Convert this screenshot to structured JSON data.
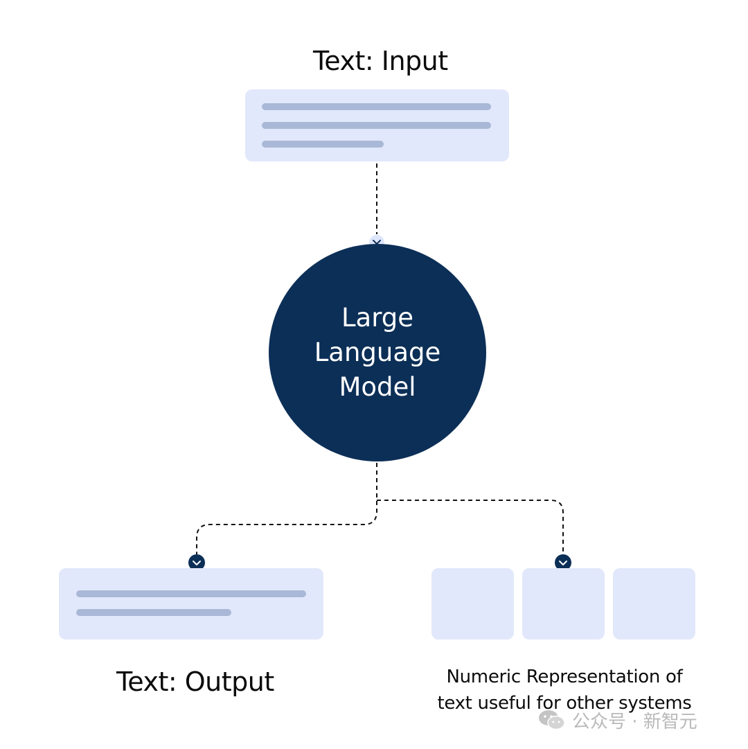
{
  "input": {
    "title": "Text: Input"
  },
  "model": {
    "lines": [
      "Large",
      "Language",
      "Model"
    ]
  },
  "output_text": {
    "title": "Text: Output"
  },
  "output_numeric": {
    "caption_line1": "Numeric Representation of",
    "caption_line2": "text useful for other systems"
  },
  "watermark": {
    "text": "公众号 · 新智元",
    "icon": "wechat-icon"
  },
  "colors": {
    "navy": "#0c2f57",
    "box_fill": "#e2e8fb",
    "text_line": "#a9b8d6",
    "input_arrow_fill": "#dde6fb"
  },
  "icons": [
    "chevron-down-icon"
  ]
}
